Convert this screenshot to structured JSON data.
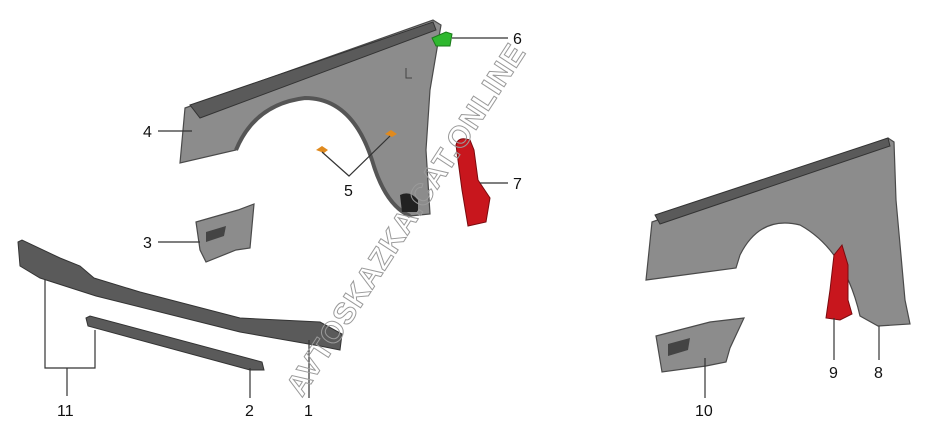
{
  "watermark": "AVTOSKAZKA.CAT.ONLINE",
  "callouts": {
    "p1": "1",
    "p2": "2",
    "p3": "3",
    "p4": "4",
    "p5": "5",
    "p6": "6",
    "p7": "7",
    "p8": "8",
    "p9": "9",
    "p10": "10",
    "p11": "11"
  },
  "colors": {
    "panel": "#8c8c8c",
    "red": "#c8161d",
    "green": "#2fb82f",
    "orange": "#e08a1e"
  }
}
